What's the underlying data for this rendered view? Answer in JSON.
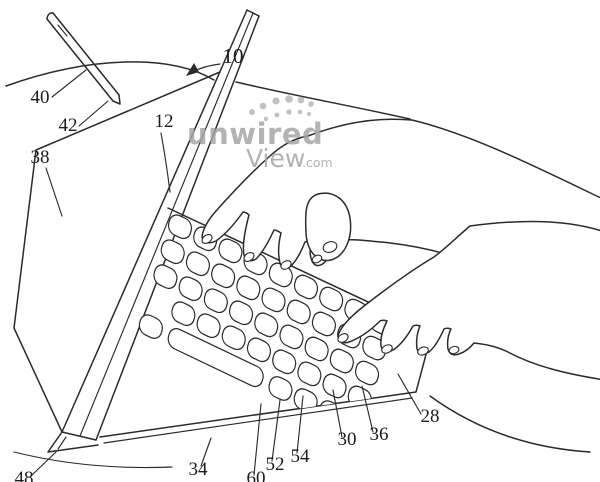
{
  "figure": {
    "reference_labels": {
      "ref10": "10",
      "ref12": "12",
      "ref28": "28",
      "ref30": "30",
      "ref34": "34",
      "ref36": "36",
      "ref38": "38",
      "ref40": "40",
      "ref42": "42",
      "ref48": "48",
      "ref52": "52",
      "ref54": "54",
      "ref60": "60"
    },
    "watermark": {
      "word1": "unwired",
      "word2": "View",
      "word3": ".com"
    },
    "colors": {
      "line_art": "#2b2b2b",
      "watermark": "#a8a5a5",
      "background": "#ffffff"
    }
  }
}
